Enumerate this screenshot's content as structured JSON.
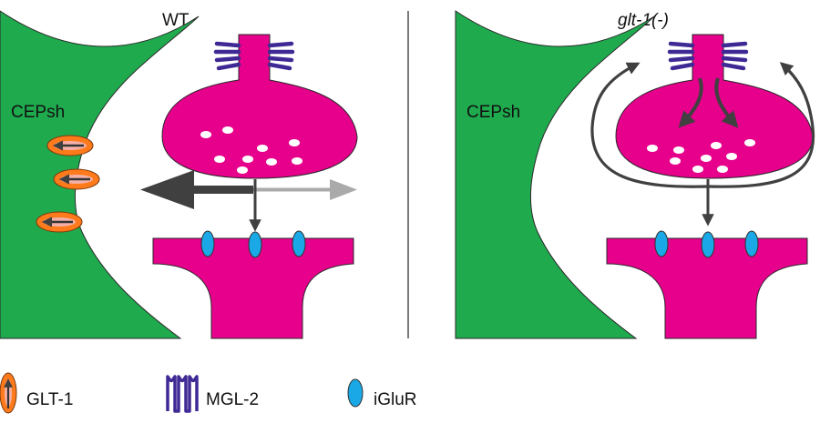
{
  "panels": {
    "left": {
      "title": "WT",
      "glia_label": "CEPsh"
    },
    "right": {
      "title": "glt-1(-)",
      "glia_label": "CEPsh"
    }
  },
  "legend": [
    {
      "label": "GLT-1",
      "icon": "glt1-transporter-icon"
    },
    {
      "label": "MGL-2",
      "icon": "mgl2-receptor-icon"
    },
    {
      "label": "iGluR",
      "icon": "iglur-receptor-icon"
    }
  ],
  "colors": {
    "glia": "#1faa4e",
    "neuron": "#e6008c",
    "vesicle": "#ffffff",
    "glt1": "#ff7a1a",
    "glt1_inner": "#f4b0a8",
    "mgl2": "#3f2a95",
    "iglur": "#1aa8e6",
    "arrow_dark": "#404040",
    "arrow_light": "#aaaaaa"
  }
}
